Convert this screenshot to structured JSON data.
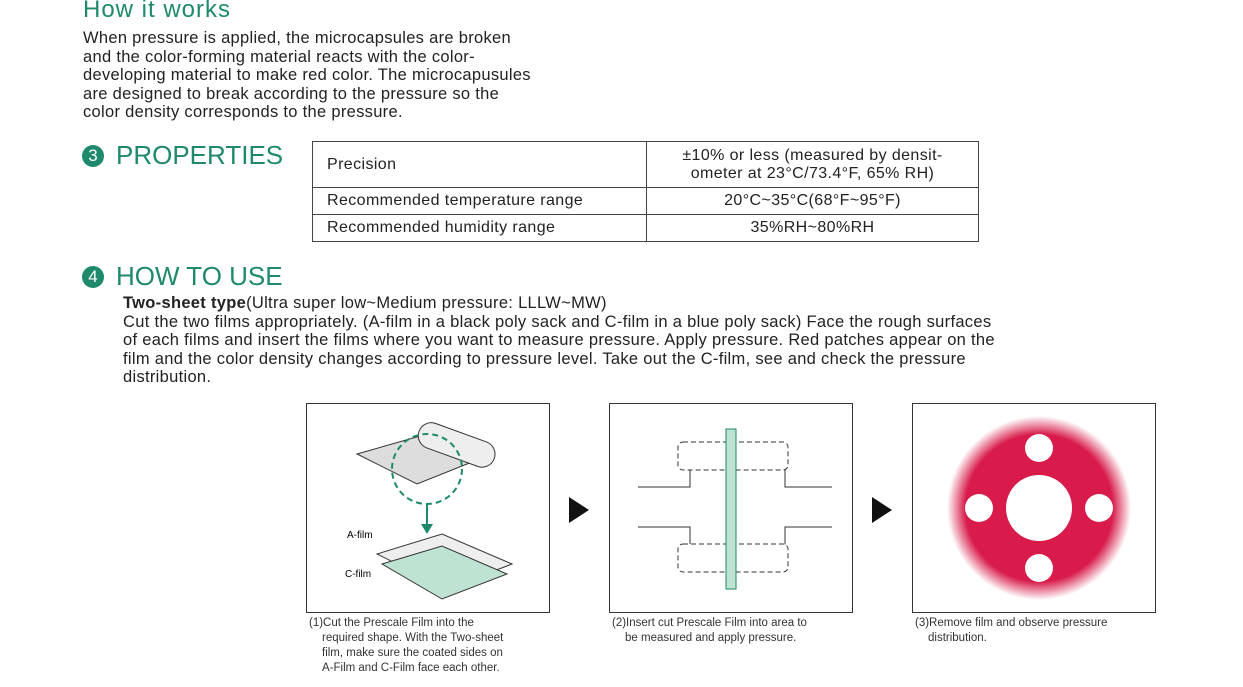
{
  "how_it_works": {
    "title": "How it works",
    "text": [
      "When pressure is applied, the microcapsules are broken",
      "and the color-forming material reacts with the color-",
      "developing material to make red color. The microcapusules",
      "are designed to break according to the pressure so the",
      "color density corresponds to the pressure."
    ]
  },
  "properties": {
    "number": "3",
    "title": "PROPERTIES",
    "rows": [
      {
        "label": "Precision",
        "value": [
          "±10% or less (measured by densit-",
          "ometer at 23°C/73.4°F, 65% RH)"
        ]
      },
      {
        "label": "Recommended temperature range",
        "value": [
          "20°C~35°C(68°F~95°F)"
        ]
      },
      {
        "label": "Recommended humidity range",
        "value": [
          "35%RH~80%RH"
        ]
      }
    ]
  },
  "how_to_use": {
    "number": "4",
    "title": "HOW TO USE",
    "subtitle_bold": "Two-sheet type",
    "subtitle_rest": "(Ultra super low~Medium pressure: LLLW~MW)",
    "text": [
      "Cut the two films appropriately. (A-film in a black poly sack and C-film in a blue poly sack) Face the rough surfaces",
      "of each films and insert the films where you want to measure pressure. Apply pressure. Red patches appear on the",
      "film and the color density changes according to pressure level. Take out the C-film, see and check the pressure",
      "distribution."
    ]
  },
  "figures": {
    "a_film": "A-film",
    "c_film": "C-film",
    "captions": [
      [
        "(1)Cut the Prescale Film into the",
        "required shape. With the Two-sheet",
        "film, make sure the coated sides on",
        "A-Film and C-Film face each other."
      ],
      [
        "(2)Insert cut Prescale Film into area to",
        "be measured and apply pressure."
      ],
      [
        "(3)Remove film and observe pressure",
        "distribution."
      ]
    ]
  },
  "colors": {
    "accent": "#1f8a6b",
    "red": "#d81b4a"
  }
}
